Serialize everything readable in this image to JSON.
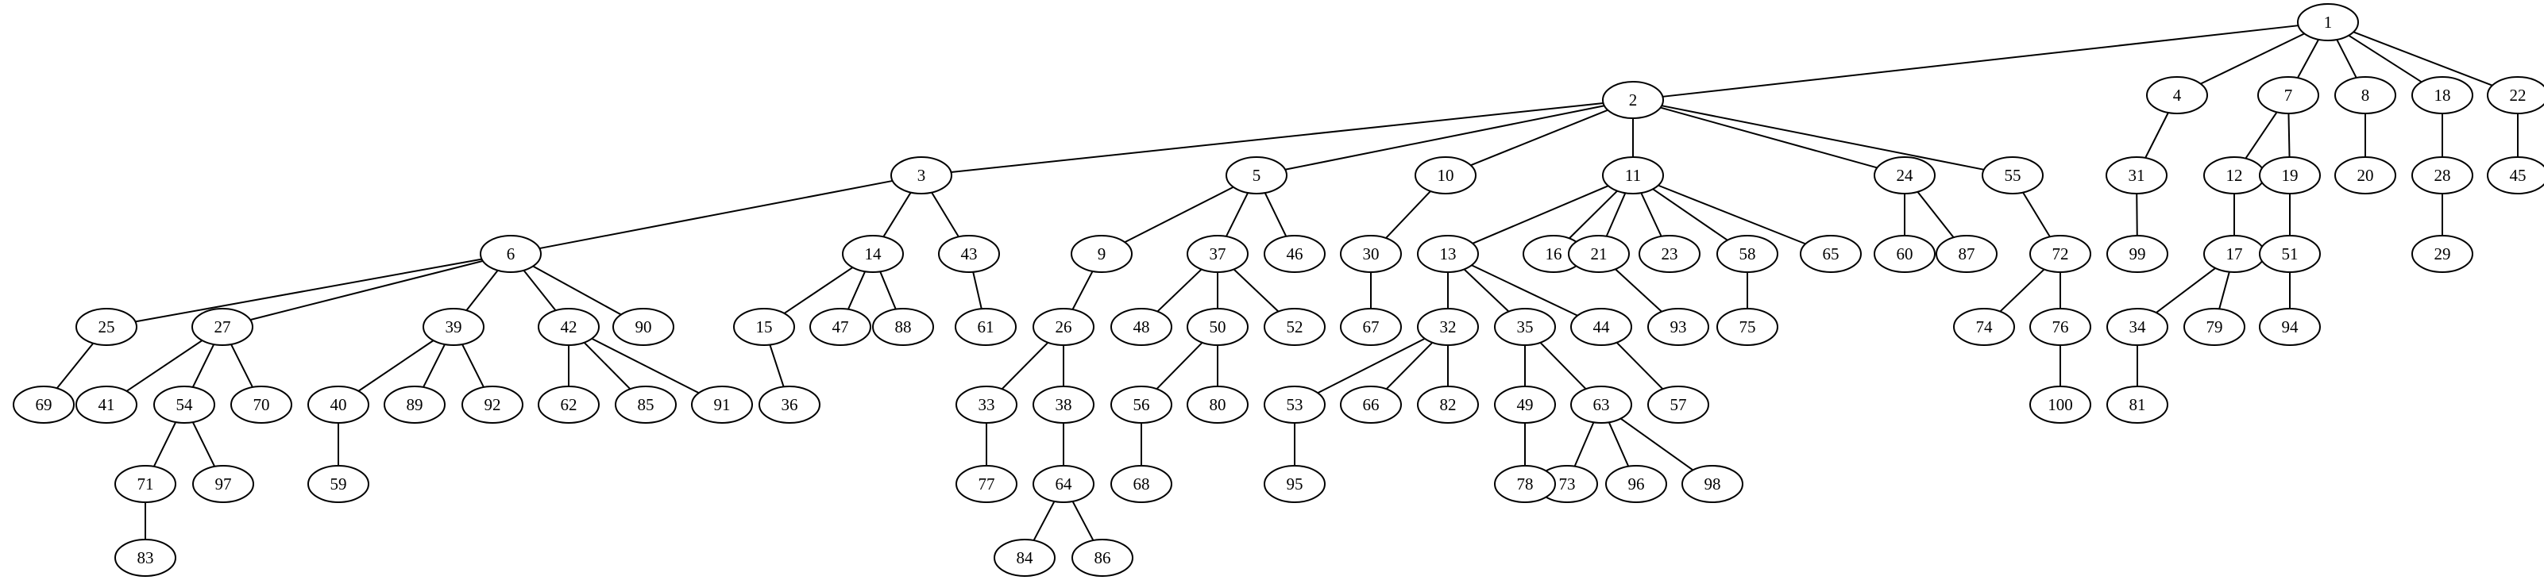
{
  "diagram": {
    "type": "tree",
    "root": "1",
    "nodes": [
      "1",
      "2",
      "3",
      "4",
      "5",
      "6",
      "7",
      "8",
      "9",
      "10",
      "11",
      "12",
      "13",
      "14",
      "15",
      "16",
      "17",
      "18",
      "19",
      "20",
      "21",
      "22",
      "23",
      "24",
      "25",
      "26",
      "27",
      "28",
      "29",
      "30",
      "31",
      "32",
      "33",
      "34",
      "35",
      "36",
      "37",
      "38",
      "39",
      "40",
      "41",
      "42",
      "43",
      "44",
      "45",
      "46",
      "47",
      "48",
      "49",
      "50",
      "51",
      "52",
      "53",
      "54",
      "55",
      "56",
      "57",
      "58",
      "59",
      "60",
      "61",
      "62",
      "63",
      "64",
      "65",
      "66",
      "67",
      "68",
      "69",
      "70",
      "71",
      "72",
      "73",
      "74",
      "75",
      "76",
      "77",
      "78",
      "79",
      "80",
      "81",
      "82",
      "83",
      "84",
      "85",
      "86",
      "87",
      "88",
      "89",
      "90",
      "91",
      "92",
      "93",
      "94",
      "95",
      "96",
      "97",
      "98",
      "99",
      "100"
    ],
    "edges": [
      [
        "1",
        "2"
      ],
      [
        "1",
        "4"
      ],
      [
        "1",
        "7"
      ],
      [
        "1",
        "8"
      ],
      [
        "1",
        "18"
      ],
      [
        "1",
        "22"
      ],
      [
        "2",
        "3"
      ],
      [
        "2",
        "5"
      ],
      [
        "2",
        "10"
      ],
      [
        "2",
        "11"
      ],
      [
        "2",
        "24"
      ],
      [
        "2",
        "55"
      ],
      [
        "4",
        "31"
      ],
      [
        "7",
        "12"
      ],
      [
        "7",
        "19"
      ],
      [
        "8",
        "20"
      ],
      [
        "18",
        "28"
      ],
      [
        "22",
        "45"
      ],
      [
        "3",
        "6"
      ],
      [
        "3",
        "14"
      ],
      [
        "3",
        "43"
      ],
      [
        "5",
        "9"
      ],
      [
        "5",
        "37"
      ],
      [
        "5",
        "46"
      ],
      [
        "10",
        "30"
      ],
      [
        "11",
        "13"
      ],
      [
        "11",
        "16"
      ],
      [
        "11",
        "21"
      ],
      [
        "11",
        "23"
      ],
      [
        "11",
        "58"
      ],
      [
        "11",
        "65"
      ],
      [
        "24",
        "60"
      ],
      [
        "24",
        "87"
      ],
      [
        "55",
        "72"
      ],
      [
        "31",
        "99"
      ],
      [
        "12",
        "17"
      ],
      [
        "19",
        "51"
      ],
      [
        "28",
        "29"
      ],
      [
        "6",
        "25"
      ],
      [
        "6",
        "27"
      ],
      [
        "6",
        "39"
      ],
      [
        "6",
        "42"
      ],
      [
        "6",
        "90"
      ],
      [
        "14",
        "15"
      ],
      [
        "14",
        "47"
      ],
      [
        "14",
        "88"
      ],
      [
        "43",
        "61"
      ],
      [
        "9",
        "26"
      ],
      [
        "37",
        "48"
      ],
      [
        "37",
        "50"
      ],
      [
        "37",
        "52"
      ],
      [
        "30",
        "67"
      ],
      [
        "13",
        "32"
      ],
      [
        "13",
        "35"
      ],
      [
        "13",
        "44"
      ],
      [
        "21",
        "93"
      ],
      [
        "58",
        "75"
      ],
      [
        "72",
        "74"
      ],
      [
        "72",
        "76"
      ],
      [
        "17",
        "34"
      ],
      [
        "17",
        "79"
      ],
      [
        "51",
        "94"
      ],
      [
        "25",
        "69"
      ],
      [
        "27",
        "41"
      ],
      [
        "27",
        "54"
      ],
      [
        "27",
        "70"
      ],
      [
        "39",
        "40"
      ],
      [
        "39",
        "89"
      ],
      [
        "39",
        "92"
      ],
      [
        "42",
        "62"
      ],
      [
        "42",
        "85"
      ],
      [
        "42",
        "91"
      ],
      [
        "15",
        "36"
      ],
      [
        "26",
        "33"
      ],
      [
        "26",
        "38"
      ],
      [
        "50",
        "56"
      ],
      [
        "50",
        "80"
      ],
      [
        "32",
        "53"
      ],
      [
        "32",
        "66"
      ],
      [
        "32",
        "82"
      ],
      [
        "35",
        "49"
      ],
      [
        "35",
        "63"
      ],
      [
        "44",
        "57"
      ],
      [
        "76",
        "100"
      ],
      [
        "34",
        "81"
      ],
      [
        "54",
        "71"
      ],
      [
        "54",
        "97"
      ],
      [
        "40",
        "59"
      ],
      [
        "33",
        "77"
      ],
      [
        "38",
        "64"
      ],
      [
        "56",
        "68"
      ],
      [
        "53",
        "95"
      ],
      [
        "49",
        "78"
      ],
      [
        "63",
        "73"
      ],
      [
        "63",
        "96"
      ],
      [
        "63",
        "98"
      ],
      [
        "71",
        "83"
      ],
      [
        "64",
        "84"
      ],
      [
        "64",
        "86"
      ]
    ]
  }
}
